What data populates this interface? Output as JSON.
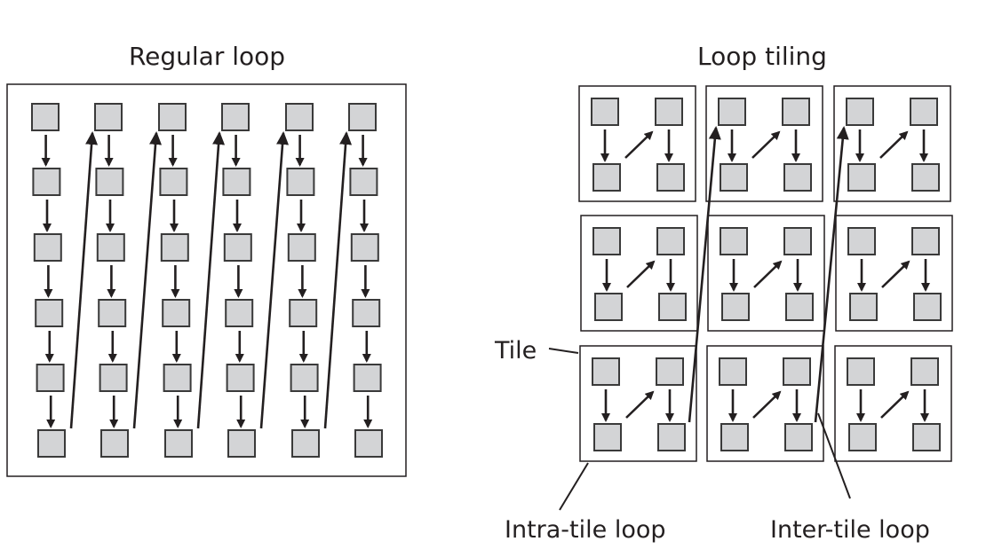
{
  "left_panel": {
    "title": "Regular loop",
    "grid": {
      "columns": 6,
      "rows": 6
    },
    "description": "Column-major traversal: down each column, then jump to top of next column"
  },
  "right_panel": {
    "title": "Loop tiling",
    "tiles": {
      "columns": 3,
      "rows": 3,
      "cells_per_tile": "2x2"
    }
  },
  "annotations": {
    "tile": "Tile",
    "intra_tile_loop": "Intra-tile loop",
    "inter_tile_loop": "Inter-tile loop"
  },
  "colors": {
    "cell_fill": "#d3d4d6",
    "stroke": "#231f20",
    "background": "#ffffff"
  }
}
